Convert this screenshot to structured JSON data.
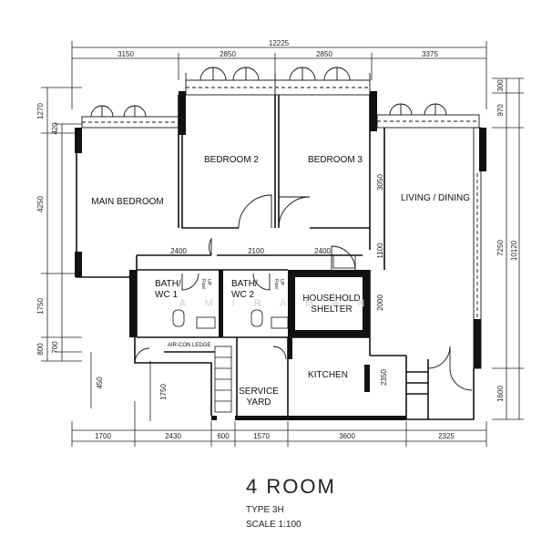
{
  "plan": {
    "title": "4 ROOM",
    "type_label": "TYPE 3H",
    "scale_label": "SCALE  1:100",
    "watermark": "A M I R  A M A N"
  },
  "rooms": {
    "main_bedroom": "MAIN BEDROOM",
    "bedroom2": "BEDROOM 2",
    "bedroom3": "BEDROOM 3",
    "living": "LIVING / DINING",
    "bath1_a": "BATH/",
    "bath1_b": "WC 1",
    "bath2_a": "BATH/",
    "bath2_b": "WC 2",
    "shelter_a": "HOUSEHOLD",
    "shelter_b": "SHELTER",
    "kitchen": "KITCHEN",
    "yard_a": "SERVICE",
    "yard_b": "YARD",
    "aircon": "AIR-CON LEDGE",
    "rise1": "Rise/",
    "rise1b": "UP",
    "rise2": "Rise/",
    "rise2b": "UP"
  },
  "dims": {
    "overall_width": "12225",
    "top": [
      "3150",
      "2850",
      "2850",
      "3375"
    ],
    "left": [
      "1270",
      "420",
      "4250",
      "1750",
      "800",
      "700",
      "450"
    ],
    "right": [
      "300",
      "970",
      "7250",
      "10120",
      "1600"
    ],
    "inner_mid": [
      "2400",
      "2100",
      "2400"
    ],
    "inner_v": [
      "3050",
      "1100",
      "2000",
      "2350",
      "1750"
    ],
    "bottom": [
      "1700",
      "2430",
      "600",
      "1570",
      "3600",
      "2325"
    ]
  }
}
